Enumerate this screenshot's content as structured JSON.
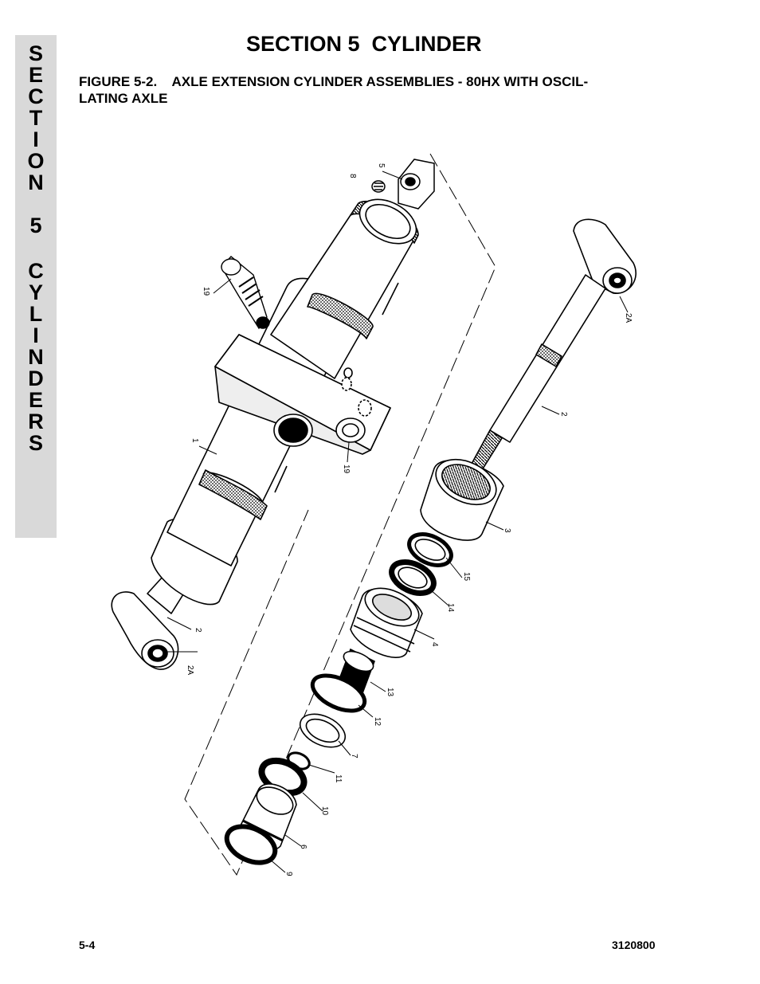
{
  "side_tab": {
    "letters": [
      "S",
      "E",
      "C",
      "T",
      "I",
      "O",
      "N",
      "5",
      "C",
      "Y",
      "L",
      "I",
      "N",
      "D",
      "E",
      "R",
      "S"
    ]
  },
  "header": {
    "section_title": "SECTION 5  CYLINDER"
  },
  "figure": {
    "title_line1": "FIGURE 5-2.    AXLE EXTENSION CYLINDER ASSEMBLIES - 80HX WITH OSCIL-",
    "title_line2": "LATING AXLE",
    "callouts": {
      "c5": "5",
      "c8": "8",
      "c19a": "19",
      "c19b": "19",
      "c1": "1",
      "c2a": "2",
      "c2aa": "2A",
      "c2b": "2",
      "c2ab": "2A",
      "c3": "3",
      "c15": "15",
      "c14": "14",
      "c4": "4",
      "c13": "13",
      "c12": "12",
      "c7": "7",
      "c11": "11",
      "c10": "10",
      "c6": "6",
      "c9": "9"
    }
  },
  "footer": {
    "page_number": "5-4",
    "doc_number": "3120800"
  }
}
